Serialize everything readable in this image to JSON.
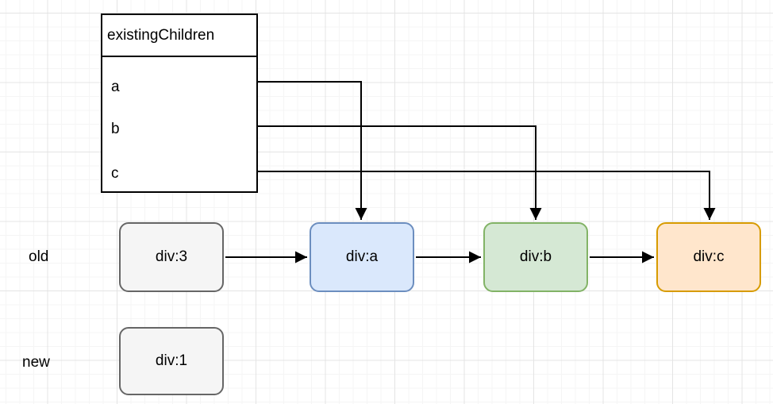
{
  "table": {
    "title": "existingChildren",
    "rows": [
      "a",
      "b",
      "c"
    ]
  },
  "lanes": {
    "old_label": "old",
    "new_label": "new"
  },
  "nodes": {
    "div3": {
      "label": "div:3",
      "fill": "#f5f5f5",
      "stroke": "#666666"
    },
    "diva": {
      "label": "div:a",
      "fill": "#dae8fc",
      "stroke": "#6c8ebf"
    },
    "divb": {
      "label": "div:b",
      "fill": "#d5e8d4",
      "stroke": "#82b366"
    },
    "divc": {
      "label": "div:c",
      "fill": "#ffe6cc",
      "stroke": "#d79b00"
    },
    "div1": {
      "label": "div:1",
      "fill": "#f5f5f5",
      "stroke": "#666666"
    }
  },
  "edges": [
    {
      "from": "existingChildren.a",
      "to": "div:a"
    },
    {
      "from": "existingChildren.b",
      "to": "div:b"
    },
    {
      "from": "existingChildren.c",
      "to": "div:c"
    },
    {
      "from": "div:3",
      "to": "div:a"
    },
    {
      "from": "div:a",
      "to": "div:b"
    },
    {
      "from": "div:b",
      "to": "div:c"
    }
  ],
  "colors": {
    "background": "#ffffff",
    "grid_minor": "#f5f5f5",
    "grid_major": "#e4e4e4",
    "line": "#000000",
    "text": "#000000"
  }
}
